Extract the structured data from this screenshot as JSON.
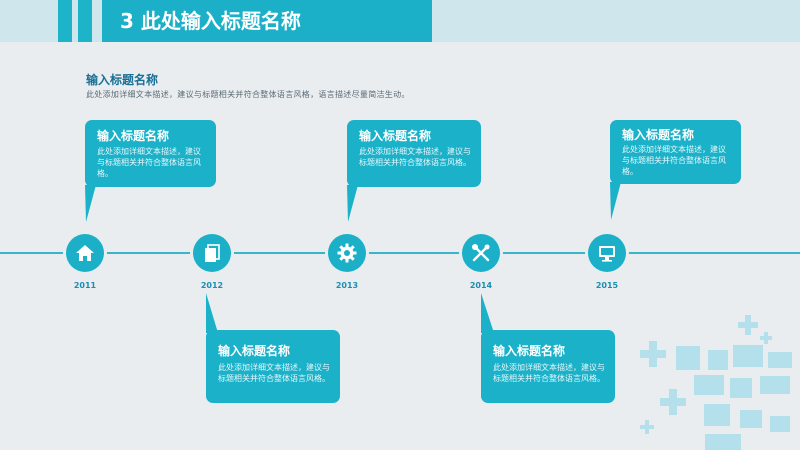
{
  "header": {
    "title": "3  此处输入标题名称"
  },
  "intro": {
    "title": "输入标题名称",
    "description": "此处添加详细文本描述，建议与标题相关并符合整体语言风格，语言描述尽量简洁生动。"
  },
  "milestones": [
    {
      "year": "2011",
      "icon": "home-icon",
      "title": "输入标题名称",
      "description": "此处添加详细文本描述，建议与标题相关并符合整体语言风格。"
    },
    {
      "year": "2012",
      "icon": "document-icon",
      "title": "输入标题名称",
      "description": "此处添加详细文本描述，建议与标题相关并符合整体语言风格。"
    },
    {
      "year": "2013",
      "icon": "gear-icon",
      "title": "输入标题名称",
      "description": "此处添加详细文本描述，建议与标题相关并符合整体语言风格。"
    },
    {
      "year": "2014",
      "icon": "tools-icon",
      "title": "输入标题名称",
      "description": "此处添加详细文本描述，建议与标题相关并符合整体语言风格。"
    },
    {
      "year": "2015",
      "icon": "monitor-icon",
      "title": "输入标题名称",
      "description": "此处添加详细文本描述，建议与标题相关并符合整体语言风格。"
    }
  ],
  "colors": {
    "accent": "#1bb0c8",
    "title_text": "#1a6f95",
    "background": "#e9edf0"
  }
}
